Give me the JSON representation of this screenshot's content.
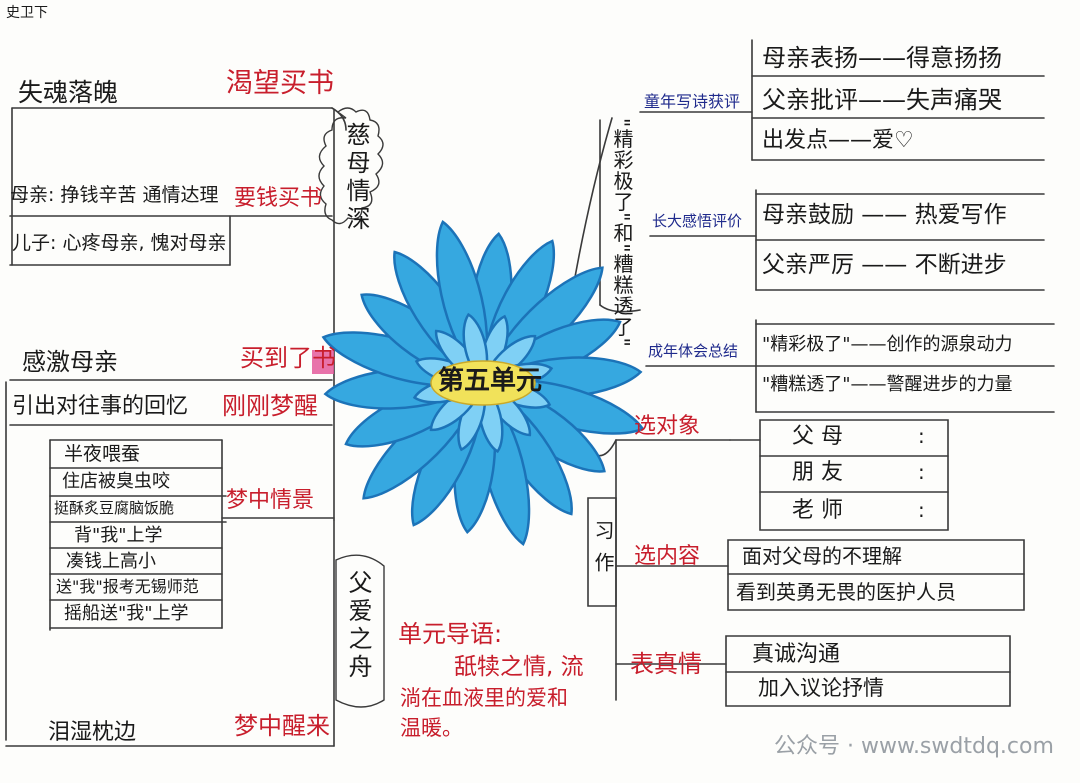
{
  "corner_label": "史卫下",
  "center": {
    "title": "第五单元"
  },
  "left_top": {
    "label_a": "失魂落魄",
    "label_b": "渴望买书",
    "cloud": "慈母情深",
    "row1": "母亲: 挣钱辛苦 通情达理",
    "row1_tag": "要钱买书",
    "row2": "儿子: 心疼母亲, 愧对母亲"
  },
  "left_mid": {
    "label_a": "感激母亲",
    "label_b": "买到了书",
    "row1": "引出对往事的回忆",
    "row1_tag": "刚刚梦醒"
  },
  "left_bottom": {
    "list": [
      "半夜喂蚕",
      "住店被臭虫咬",
      "挺酥炙豆腐脑饭脆",
      "背\"我\"上学",
      "凑钱上高小",
      "送\"我\"报考无锡师范",
      "摇船送\"我\"上学"
    ],
    "list_tag": "梦中情景",
    "boat": "父爱之舟",
    "label_a": "泪湿枕边",
    "label_b": "梦中醒来"
  },
  "intro": {
    "title": "单元导语:",
    "line1": "舐犊之情, 流",
    "line2": "淌在血液里的爱和",
    "line3": "温暖。"
  },
  "right_top": {
    "vert": "\"精彩极了\"和\"糟糕透了\"",
    "b1_label": "童年写诗获评",
    "b1_items": [
      "母亲表扬——得意扬扬",
      "父亲批评——失声痛哭",
      "出发点——爱♡"
    ],
    "b2_label": "长大感悟评价",
    "b2_items": [
      "母亲鼓励 —— 热爱写作",
      "父亲严厉 —— 不断进步"
    ],
    "b3_label": "成年体会总结",
    "b3_items": [
      "\"精彩极了\"——创作的源泉动力",
      "\"糟糕透了\"——警醒进步的力量"
    ]
  },
  "right_bottom": {
    "vert": "习作",
    "c1_label": "选对象",
    "c1_items": [
      "父 母",
      "朋 友",
      "老 师"
    ],
    "c1_marks": [
      ":",
      ":",
      ":"
    ],
    "c2_label": "选内容",
    "c2_items": [
      "面对父母的不理解",
      "看到英勇无畏的医护人员"
    ],
    "c3_label": "表真情",
    "c3_items": [
      "真诚沟通",
      "加入议论抒情"
    ]
  },
  "watermark": "公众号 · www.swdtdq.com",
  "colors": {
    "ink": "#1a1a1a",
    "red": "#c81e2c",
    "navy": "#1f2a8c",
    "rule": "#3a3a3a",
    "petal": "#36a8e0",
    "petal_stroke": "#1c73b8",
    "petal_light": "#7fd0f5",
    "center": "#f1e25a"
  }
}
